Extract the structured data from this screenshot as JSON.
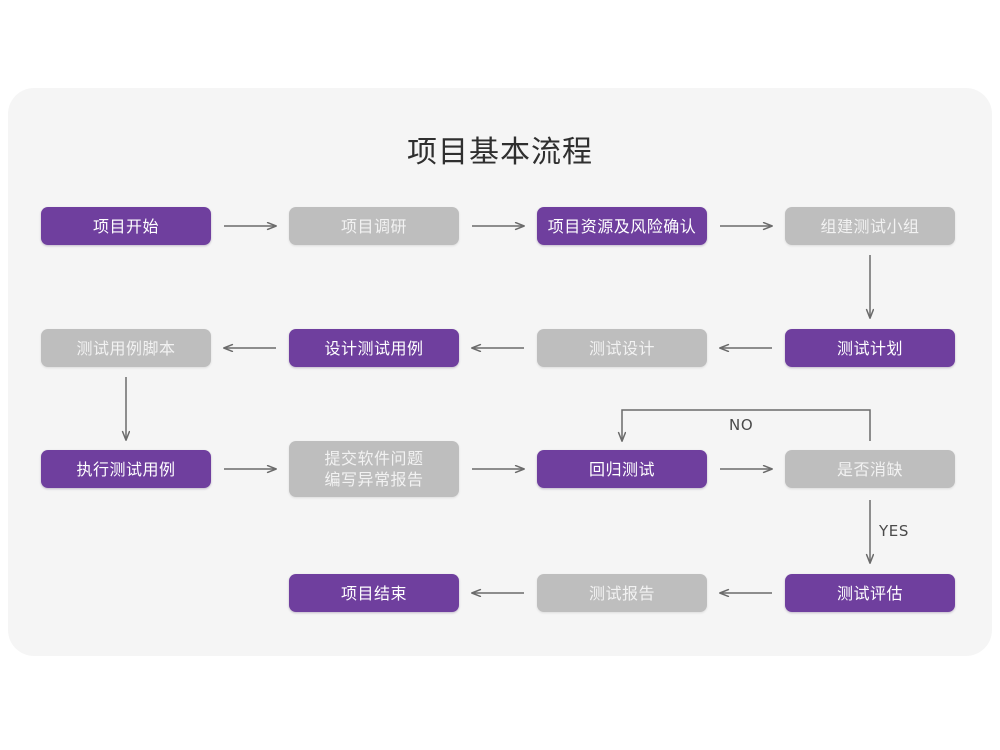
{
  "page": {
    "title": "项目基本流程",
    "background": "#ffffff",
    "card_background": "#f5f5f5"
  },
  "palette": {
    "purple": "#6f3f9e",
    "gray": "#bebebe",
    "purple_text": "#ffffff",
    "gray_text": "#f2f2f2",
    "connector": "#6b6b6b",
    "title_text": "#2f2f2f"
  },
  "flow": {
    "nodes": [
      {
        "id": "n1",
        "label": "项目开始",
        "color": "purple",
        "row": 1,
        "col": 1
      },
      {
        "id": "n2",
        "label": "项目调研",
        "color": "gray",
        "row": 1,
        "col": 2
      },
      {
        "id": "n3",
        "label": "项目资源及风险确认",
        "color": "purple",
        "row": 1,
        "col": 3
      },
      {
        "id": "n4",
        "label": "组建测试小组",
        "color": "gray",
        "row": 1,
        "col": 4
      },
      {
        "id": "n5",
        "label": "测试用例脚本",
        "color": "gray",
        "row": 2,
        "col": 1
      },
      {
        "id": "n6",
        "label": "设计测试用例",
        "color": "purple",
        "row": 2,
        "col": 2
      },
      {
        "id": "n7",
        "label": "测试设计",
        "color": "gray",
        "row": 2,
        "col": 3
      },
      {
        "id": "n8",
        "label": "测试计划",
        "color": "purple",
        "row": 2,
        "col": 4
      },
      {
        "id": "n9",
        "label": "执行测试用例",
        "color": "purple",
        "row": 3,
        "col": 1
      },
      {
        "id": "n10",
        "label": "提交软件问题\n编写异常报告",
        "color": "gray",
        "row": 3,
        "col": 2
      },
      {
        "id": "n11",
        "label": "回归测试",
        "color": "purple",
        "row": 3,
        "col": 3
      },
      {
        "id": "n12",
        "label": "是否消缺",
        "color": "gray",
        "row": 3,
        "col": 4
      },
      {
        "id": "n13",
        "label": "项目结束",
        "color": "purple",
        "row": 4,
        "col": 2
      },
      {
        "id": "n14",
        "label": "测试报告",
        "color": "gray",
        "row": 4,
        "col": 3
      },
      {
        "id": "n15",
        "label": "测试评估",
        "color": "purple",
        "row": 4,
        "col": 4
      }
    ],
    "edge_labels": {
      "no": "NO",
      "yes": "YES"
    },
    "edges": [
      {
        "from": "n1",
        "to": "n2",
        "direction": "right"
      },
      {
        "from": "n2",
        "to": "n3",
        "direction": "right"
      },
      {
        "from": "n3",
        "to": "n4",
        "direction": "right"
      },
      {
        "from": "n4",
        "to": "n8",
        "direction": "down"
      },
      {
        "from": "n8",
        "to": "n7",
        "direction": "left"
      },
      {
        "from": "n7",
        "to": "n6",
        "direction": "left"
      },
      {
        "from": "n6",
        "to": "n5",
        "direction": "left"
      },
      {
        "from": "n5",
        "to": "n9",
        "direction": "down"
      },
      {
        "from": "n9",
        "to": "n10",
        "direction": "right"
      },
      {
        "from": "n10",
        "to": "n11",
        "direction": "right"
      },
      {
        "from": "n11",
        "to": "n12",
        "direction": "right"
      },
      {
        "from": "n12",
        "to": "n11",
        "direction": "loop-up-left",
        "label": "NO"
      },
      {
        "from": "n12",
        "to": "n15",
        "direction": "down",
        "label": "YES"
      },
      {
        "from": "n15",
        "to": "n14",
        "direction": "left"
      },
      {
        "from": "n14",
        "to": "n13",
        "direction": "left"
      }
    ]
  }
}
